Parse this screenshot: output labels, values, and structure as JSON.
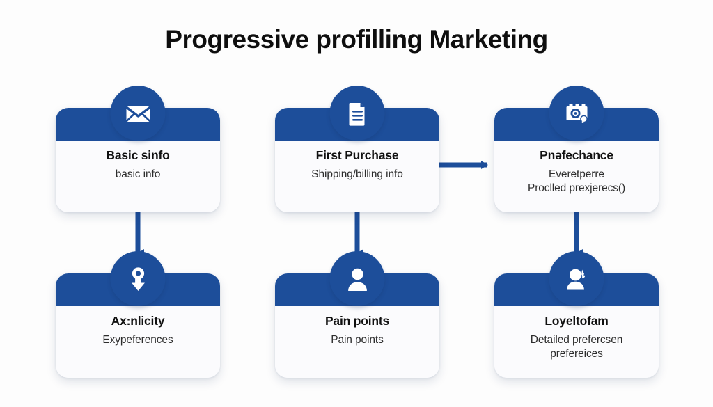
{
  "page": {
    "title": "Progressive profilling Marketing",
    "background_color": "#fdfdfd",
    "accent_color": "#1d4e9a",
    "card_color": "#fbfbfd",
    "title_color": "#0e0e0e"
  },
  "cards": [
    {
      "id": "basic-info",
      "icon": "envelope-icon",
      "title": "Basic sinfo",
      "subtitle_line1": "basic info",
      "subtitle_line2": ""
    },
    {
      "id": "first-purchase",
      "icon": "document-icon",
      "title": "First Purchase",
      "subtitle_line1": "Shipping/billing info",
      "subtitle_line2": ""
    },
    {
      "id": "preference",
      "icon": "camera-icon",
      "title": "Pnəfechance",
      "subtitle_line1": "Everetperre",
      "subtitle_line2": "Proclled prexjerecs()"
    },
    {
      "id": "activity",
      "icon": "location-pin-download-icon",
      "title": "Ax:nlicity",
      "subtitle_line1": "Exypeferences",
      "subtitle_line2": ""
    },
    {
      "id": "pain-points",
      "icon": "person-icon",
      "title": "Pain points",
      "subtitle_line1": "Pain points",
      "subtitle_line2": ""
    },
    {
      "id": "loyalty",
      "icon": "person-star-icon",
      "title": "Loyeltofam",
      "subtitle_line1": "Detailed prefercsen",
      "subtitle_line2": "prefereices"
    }
  ],
  "connectors": [
    {
      "id": "basic-info-to-activity",
      "direction": "down",
      "color": "#1d4e9a"
    },
    {
      "id": "first-purchase-to-pain-points",
      "direction": "down",
      "color": "#1d4e9a"
    },
    {
      "id": "first-purchase-to-preference",
      "direction": "right",
      "color": "#1d4e9a"
    },
    {
      "id": "preference-to-loyalty",
      "direction": "down",
      "color": "#1d4e9a"
    }
  ]
}
